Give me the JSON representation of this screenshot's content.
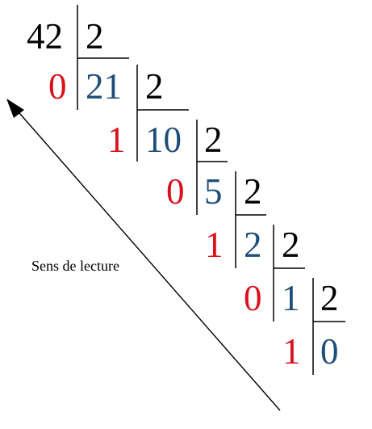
{
  "colors": {
    "dividend": "#000000",
    "divisor": "#000000",
    "quotient": "#1f4e79",
    "remainder": "#d9111b",
    "lines": "#000000"
  },
  "divisor": "2",
  "initial_dividend": "42",
  "steps": [
    {
      "remainder": "0",
      "quotient": "21"
    },
    {
      "remainder": "1",
      "quotient": "10"
    },
    {
      "remainder": "0",
      "quotient": "5"
    },
    {
      "remainder": "1",
      "quotient": "2"
    },
    {
      "remainder": "0",
      "quotient": "1"
    },
    {
      "remainder": "1",
      "quotient": "0"
    }
  ],
  "arrow_label": "Sens de lecture"
}
